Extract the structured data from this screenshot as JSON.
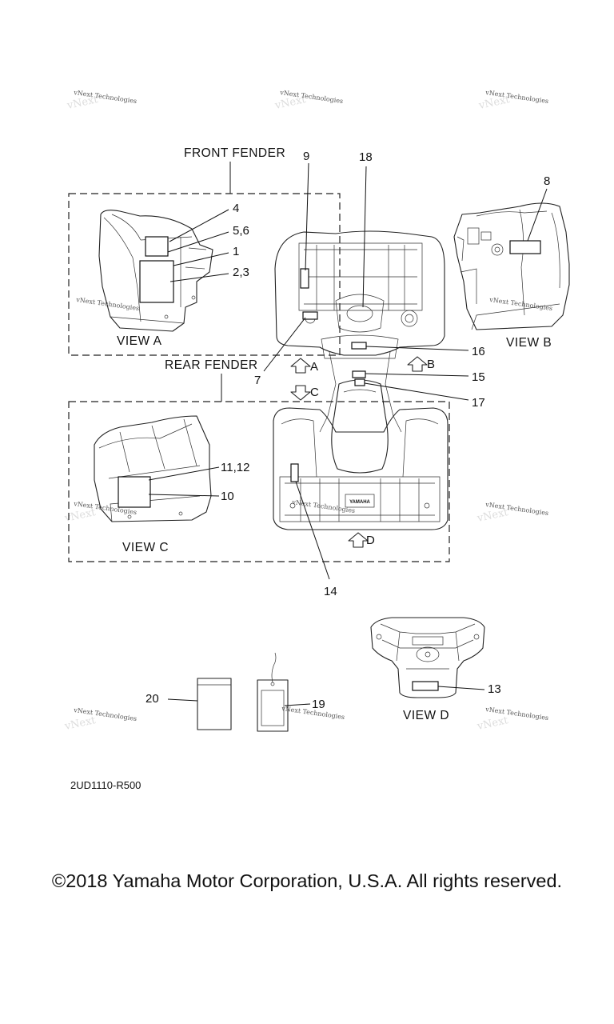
{
  "labels": {
    "front_fender": "FRONT  FENDER",
    "rear_fender": "REAR  FENDER",
    "view_a": "VIEW A",
    "view_b": "VIEW B",
    "view_c": "VIEW C",
    "view_d": "VIEW D",
    "arrow_a": "A",
    "arrow_b": "B",
    "arrow_c": "C",
    "arrow_d": "D"
  },
  "callouts": {
    "c1": "1",
    "c2_3": "2,3",
    "c4": "4",
    "c5_6": "5,6",
    "c7": "7",
    "c8": "8",
    "c9": "9",
    "c10": "10",
    "c11_12": "11,12",
    "c13": "13",
    "c14": "14",
    "c15": "15",
    "c16": "16",
    "c17": "17",
    "c18": "18",
    "c19": "19",
    "c20": "20"
  },
  "watermark": "vNext Technologies",
  "diagram_code": "2UD1110-R500",
  "copyright": "©2018 Yamaha Motor Corporation, U.S.A. All rights reserved.",
  "emblem_text": "YAMAHA"
}
